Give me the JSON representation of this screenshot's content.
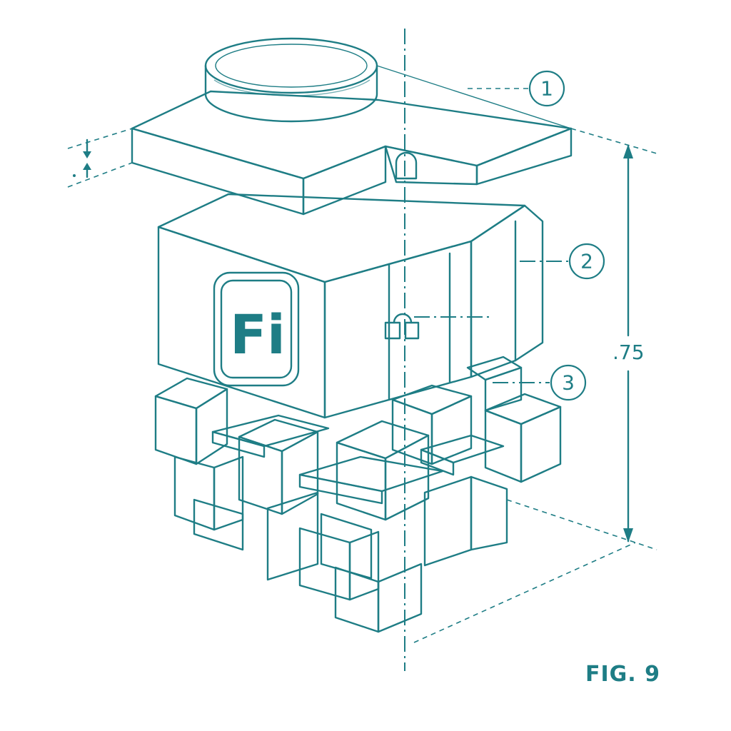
{
  "figure": {
    "label": "FIG. 9",
    "accent_color": "#1e7d85",
    "dimension_label": ".75",
    "logo_text": "Fi",
    "callouts": [
      {
        "id": "1",
        "text": "1"
      },
      {
        "id": "2",
        "text": "2"
      },
      {
        "id": "3",
        "text": "3"
      }
    ]
  }
}
